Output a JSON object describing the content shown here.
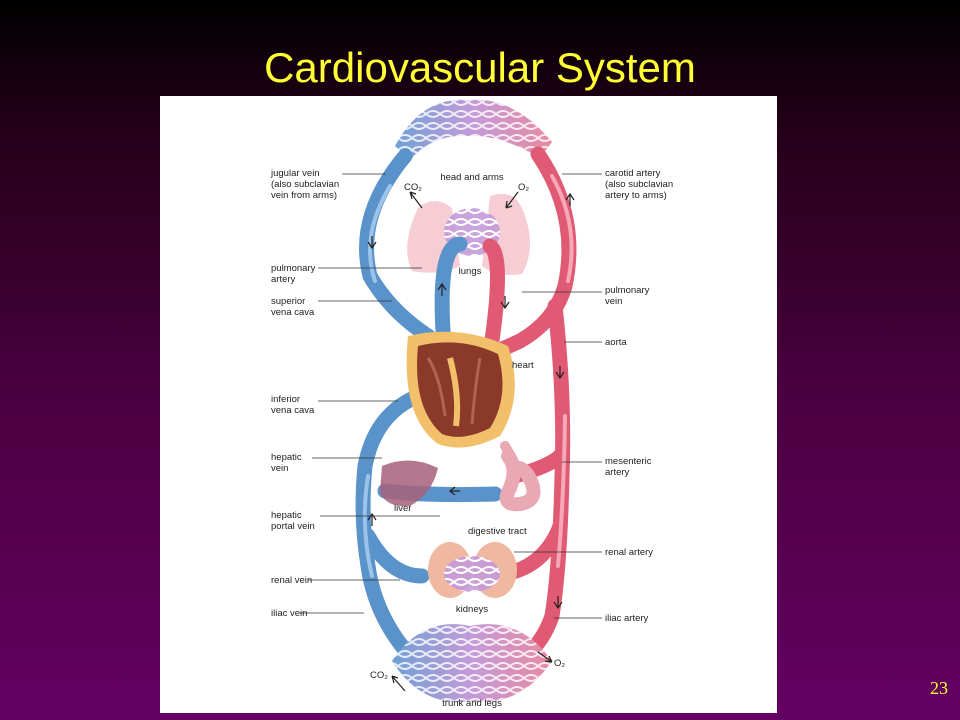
{
  "slide": {
    "title": "Cardiovascular System",
    "number": "23"
  },
  "diagram": {
    "left_labels": {
      "jugular_vein": [
        "jugular vein",
        "(also subclavian",
        "vein from arms)"
      ],
      "pulmonary_artery": [
        "pulmonary",
        "artery"
      ],
      "superior_vena_cava": [
        "superior",
        "vena cava"
      ],
      "inferior_vena_cava": [
        "inferior",
        "vena cava"
      ],
      "hepatic_vein": [
        "hepatic",
        "vein"
      ],
      "hepatic_portal_vein": [
        "hepatic",
        "portal vein"
      ],
      "renal_vein": "renal vein",
      "iliac_vein": "iliac vein"
    },
    "right_labels": {
      "carotid_artery": [
        "carotid artery",
        "(also subclavian",
        "artery to arms)"
      ],
      "pulmonary_vein": [
        "pulmonary",
        "vein"
      ],
      "aorta": "aorta",
      "mesenteric_artery": [
        "mesenteric",
        "artery"
      ],
      "renal_artery": "renal artery",
      "iliac_artery": "iliac artery"
    },
    "center_labels": {
      "head_and_arms": "head and arms",
      "lungs": "lungs",
      "heart": "heart",
      "liver": "liver",
      "digestive_tract": "digestive tract",
      "kidneys": "kidneys",
      "trunk_and_legs": "trunk and legs"
    },
    "gas_labels": {
      "co2_top": "CO₂",
      "o2_top": "O₂",
      "co2_bottom": "CO₂",
      "o2_bottom": "O₂"
    },
    "colors": {
      "deoxygenated": "#5a93c9",
      "oxygenated": "#e05a74",
      "capillary": "#c49ad8",
      "heart_muscle": "#8b3a2a",
      "heart_fat": "#f2c06a"
    }
  }
}
